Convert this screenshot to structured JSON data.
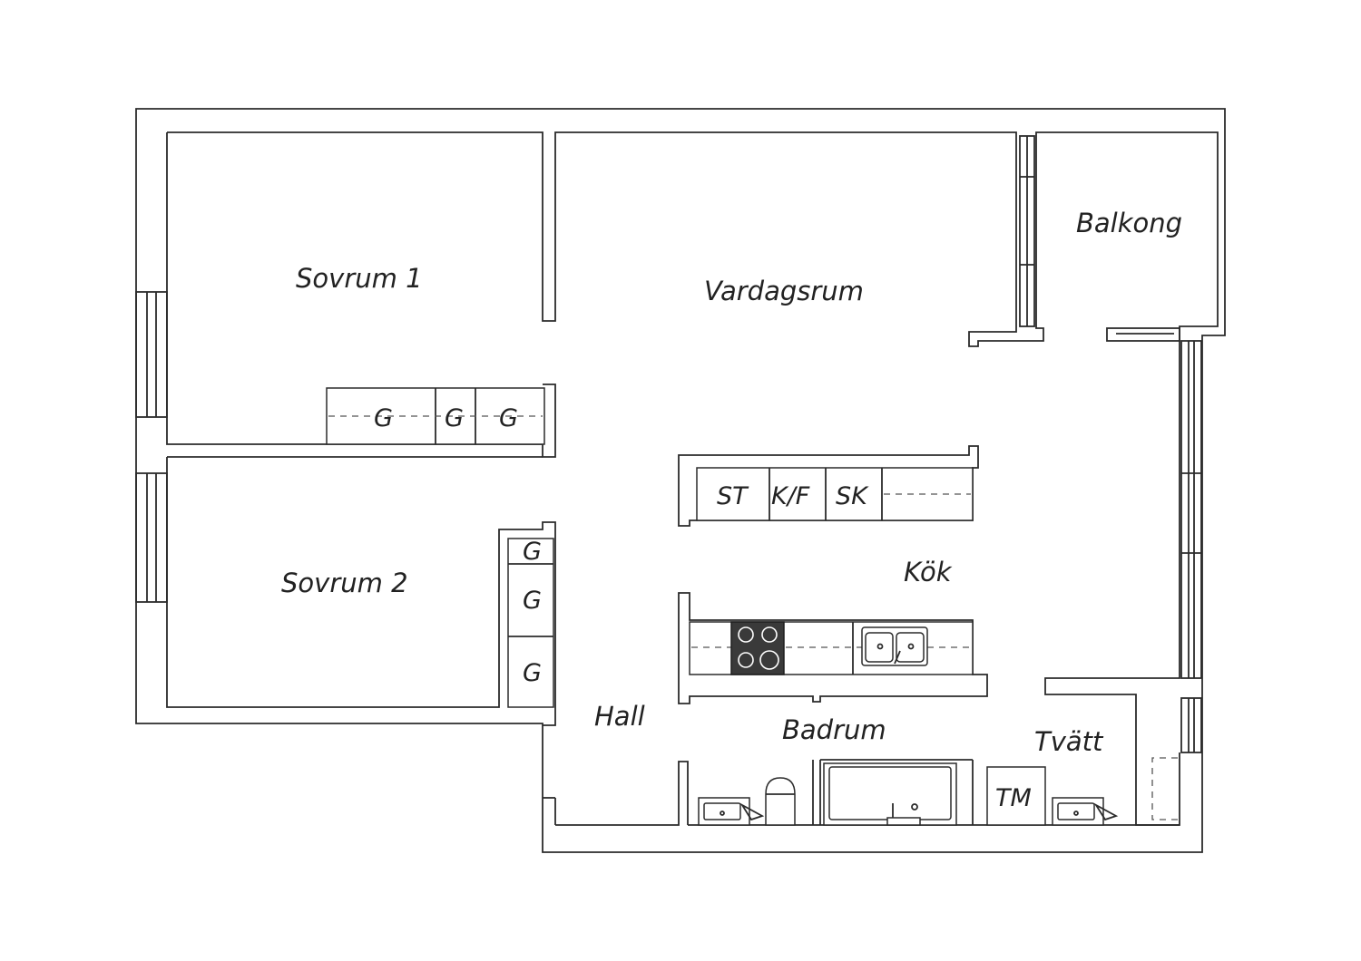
{
  "rooms": {
    "sovrum1": "Sovrum 1",
    "sovrum2": "Sovrum 2",
    "vardagsrum": "Vardagsrum",
    "balkong": "Balkong",
    "kok": "Kök",
    "hall": "Hall",
    "badrum": "Badrum",
    "tvatt": "Tvätt"
  },
  "fixtures": {
    "wardrobe": "G",
    "stove": "ST",
    "fridge_freezer": "K/F",
    "cabinet": "SK",
    "tumble_dryer": "TM"
  }
}
